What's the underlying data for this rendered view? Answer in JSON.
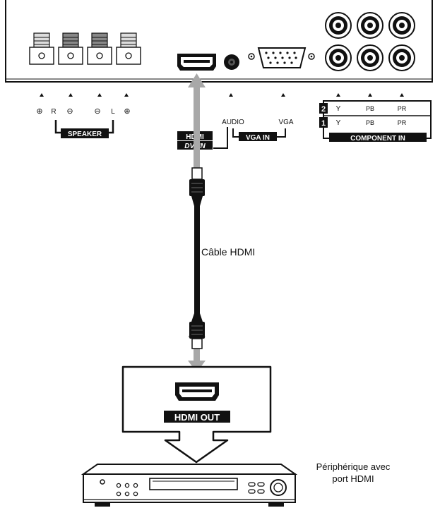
{
  "panel": {
    "speaker_group": {
      "label": "SPEAKER",
      "right_channel": "R",
      "left_channel": "L",
      "plus": "⊕",
      "minus": "⊖"
    },
    "hdmi_input": {
      "label": "HDMI",
      "sublabel": "DVI IN"
    },
    "audio_label": "AUDIO",
    "vga_label": "VGA",
    "vga_input_label": "VGA IN",
    "component": {
      "label": "COMPONENT IN",
      "rows": [
        {
          "number": "2",
          "y": "Y",
          "pb": "PB",
          "pr": "PR"
        },
        {
          "number": "1",
          "y": "Y",
          "pb": "PB",
          "pr": "PR"
        }
      ]
    }
  },
  "cable": {
    "label": "Câble HDMI"
  },
  "device": {
    "port_label": "HDMI OUT",
    "description_line1": "Périphérique avec",
    "description_line2": "port HDMI"
  },
  "colors": {
    "line": "#111111",
    "arrow": "#a8a8a8",
    "tag_bg": "#111111"
  }
}
